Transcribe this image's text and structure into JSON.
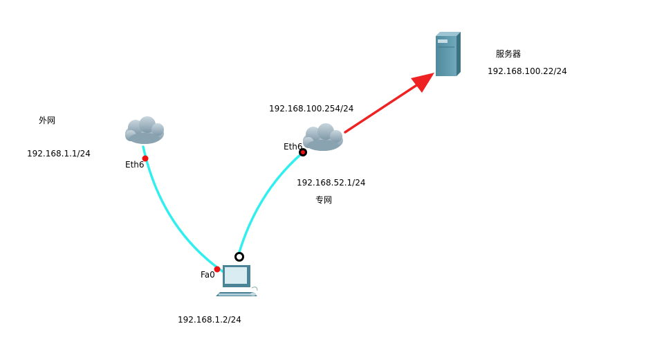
{
  "colors": {
    "link": "#33eeee",
    "port_up": "#ee1111",
    "port_selected": "#000000",
    "arrow": "#ee2222",
    "device": "#5f9aad"
  },
  "nodes": {
    "server": {
      "icon": "server-icon",
      "name": "服务器",
      "ip": "192.168.100.22/24"
    },
    "cloud_external": {
      "icon": "cloud-icon",
      "name": "外网",
      "ip": "192.168.1.1/24",
      "port": "Eth6"
    },
    "cloud_private": {
      "icon": "cloud-icon",
      "name": "专网",
      "ip_upper": "192.168.100.254/24",
      "ip_lower": "192.168.52.1/24",
      "port": "Eth6"
    },
    "pc": {
      "icon": "pc-icon",
      "ip": "192.168.1.2/24",
      "port": "Fa0"
    }
  }
}
